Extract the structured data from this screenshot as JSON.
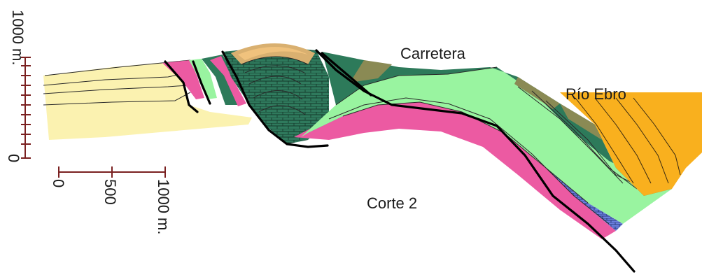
{
  "labels": {
    "road": "Carretera",
    "river": "Río Ebro",
    "section": "Corte 2"
  },
  "vertical_scale": {
    "top_label": "1000 m.",
    "bottom_label": "0"
  },
  "horizontal_scale": {
    "ticks": [
      "0",
      "500",
      "1000 m."
    ]
  },
  "colors": {
    "pale_yellow": "#fbf2b0",
    "magenta": "#ec5aa2",
    "green": "#99f4a0",
    "dark_green": "#2d7a5a",
    "blue": "#6a7fdd",
    "orange": "#f9b01e",
    "tan": "#d9b070",
    "olive": "#8a8a54",
    "fault": "#000000",
    "scale": "#7a2020"
  }
}
